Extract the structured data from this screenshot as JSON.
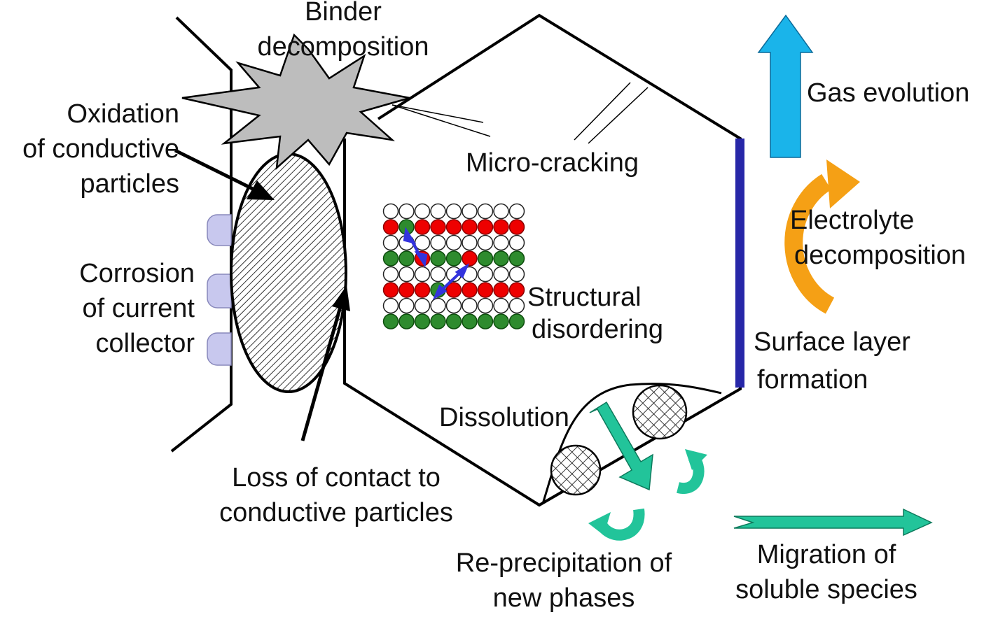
{
  "labels": {
    "binder": [
      "Binder",
      "decomposition"
    ],
    "oxidation": [
      "Oxidation",
      "of conductive",
      "particles"
    ],
    "corrosion": [
      "Corrosion",
      "of current",
      "collector"
    ],
    "loss_contact": [
      "Loss of contact to",
      "conductive particles"
    ],
    "micro_cracking": "Micro-cracking",
    "structural": [
      "Structural",
      "disordering"
    ],
    "dissolution": "Dissolution",
    "reprecipitation": [
      "Re-precipitation of",
      "new phases"
    ],
    "gas": "Gas evolution",
    "electrolyte": [
      "Electrolyte",
      "decomposition"
    ],
    "surface_layer": [
      "Surface layer",
      "formation"
    ],
    "migration": [
      "Migration of",
      "soluble species"
    ]
  },
  "lattice": {
    "rows": [
      "wwwwwwwww",
      "rgrrrrrrr",
      "wwwwwwwww",
      "ggrggrggg",
      "wwwwwwwww",
      "rrrgrrrrr",
      "wwwwwwwww",
      "ggggggggg"
    ],
    "colors": {
      "w": "#ffffff",
      "r": "#ee0000",
      "g": "#2e8b2e"
    }
  },
  "colors": {
    "gas_arrow": "#1ab4ea",
    "electrolyte_arrow": "#f5a015",
    "green_arrows": "#22c49a",
    "surface_layer": "#2727a8",
    "collector_bumps": "#c8c8ee",
    "binder_star": "#bdbdbd"
  }
}
